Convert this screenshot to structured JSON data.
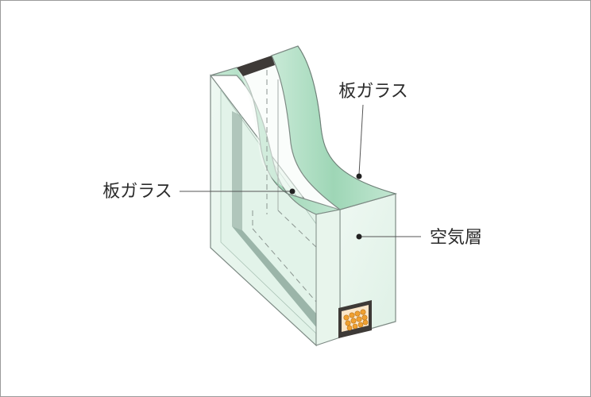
{
  "labels": {
    "glass_pane_top": "板ガラス",
    "glass_pane_left": "板ガラス",
    "air_layer": "空気層"
  },
  "colors": {
    "frame_border": "#9a9a9a",
    "glass_face": "#e9f6ee",
    "glass_edge": "#a8dcc0",
    "glass_outline": "#7d8a84",
    "spacer": "#3e3a37",
    "desiccant": "#f0a030",
    "label_text": "#2b2b2b"
  }
}
